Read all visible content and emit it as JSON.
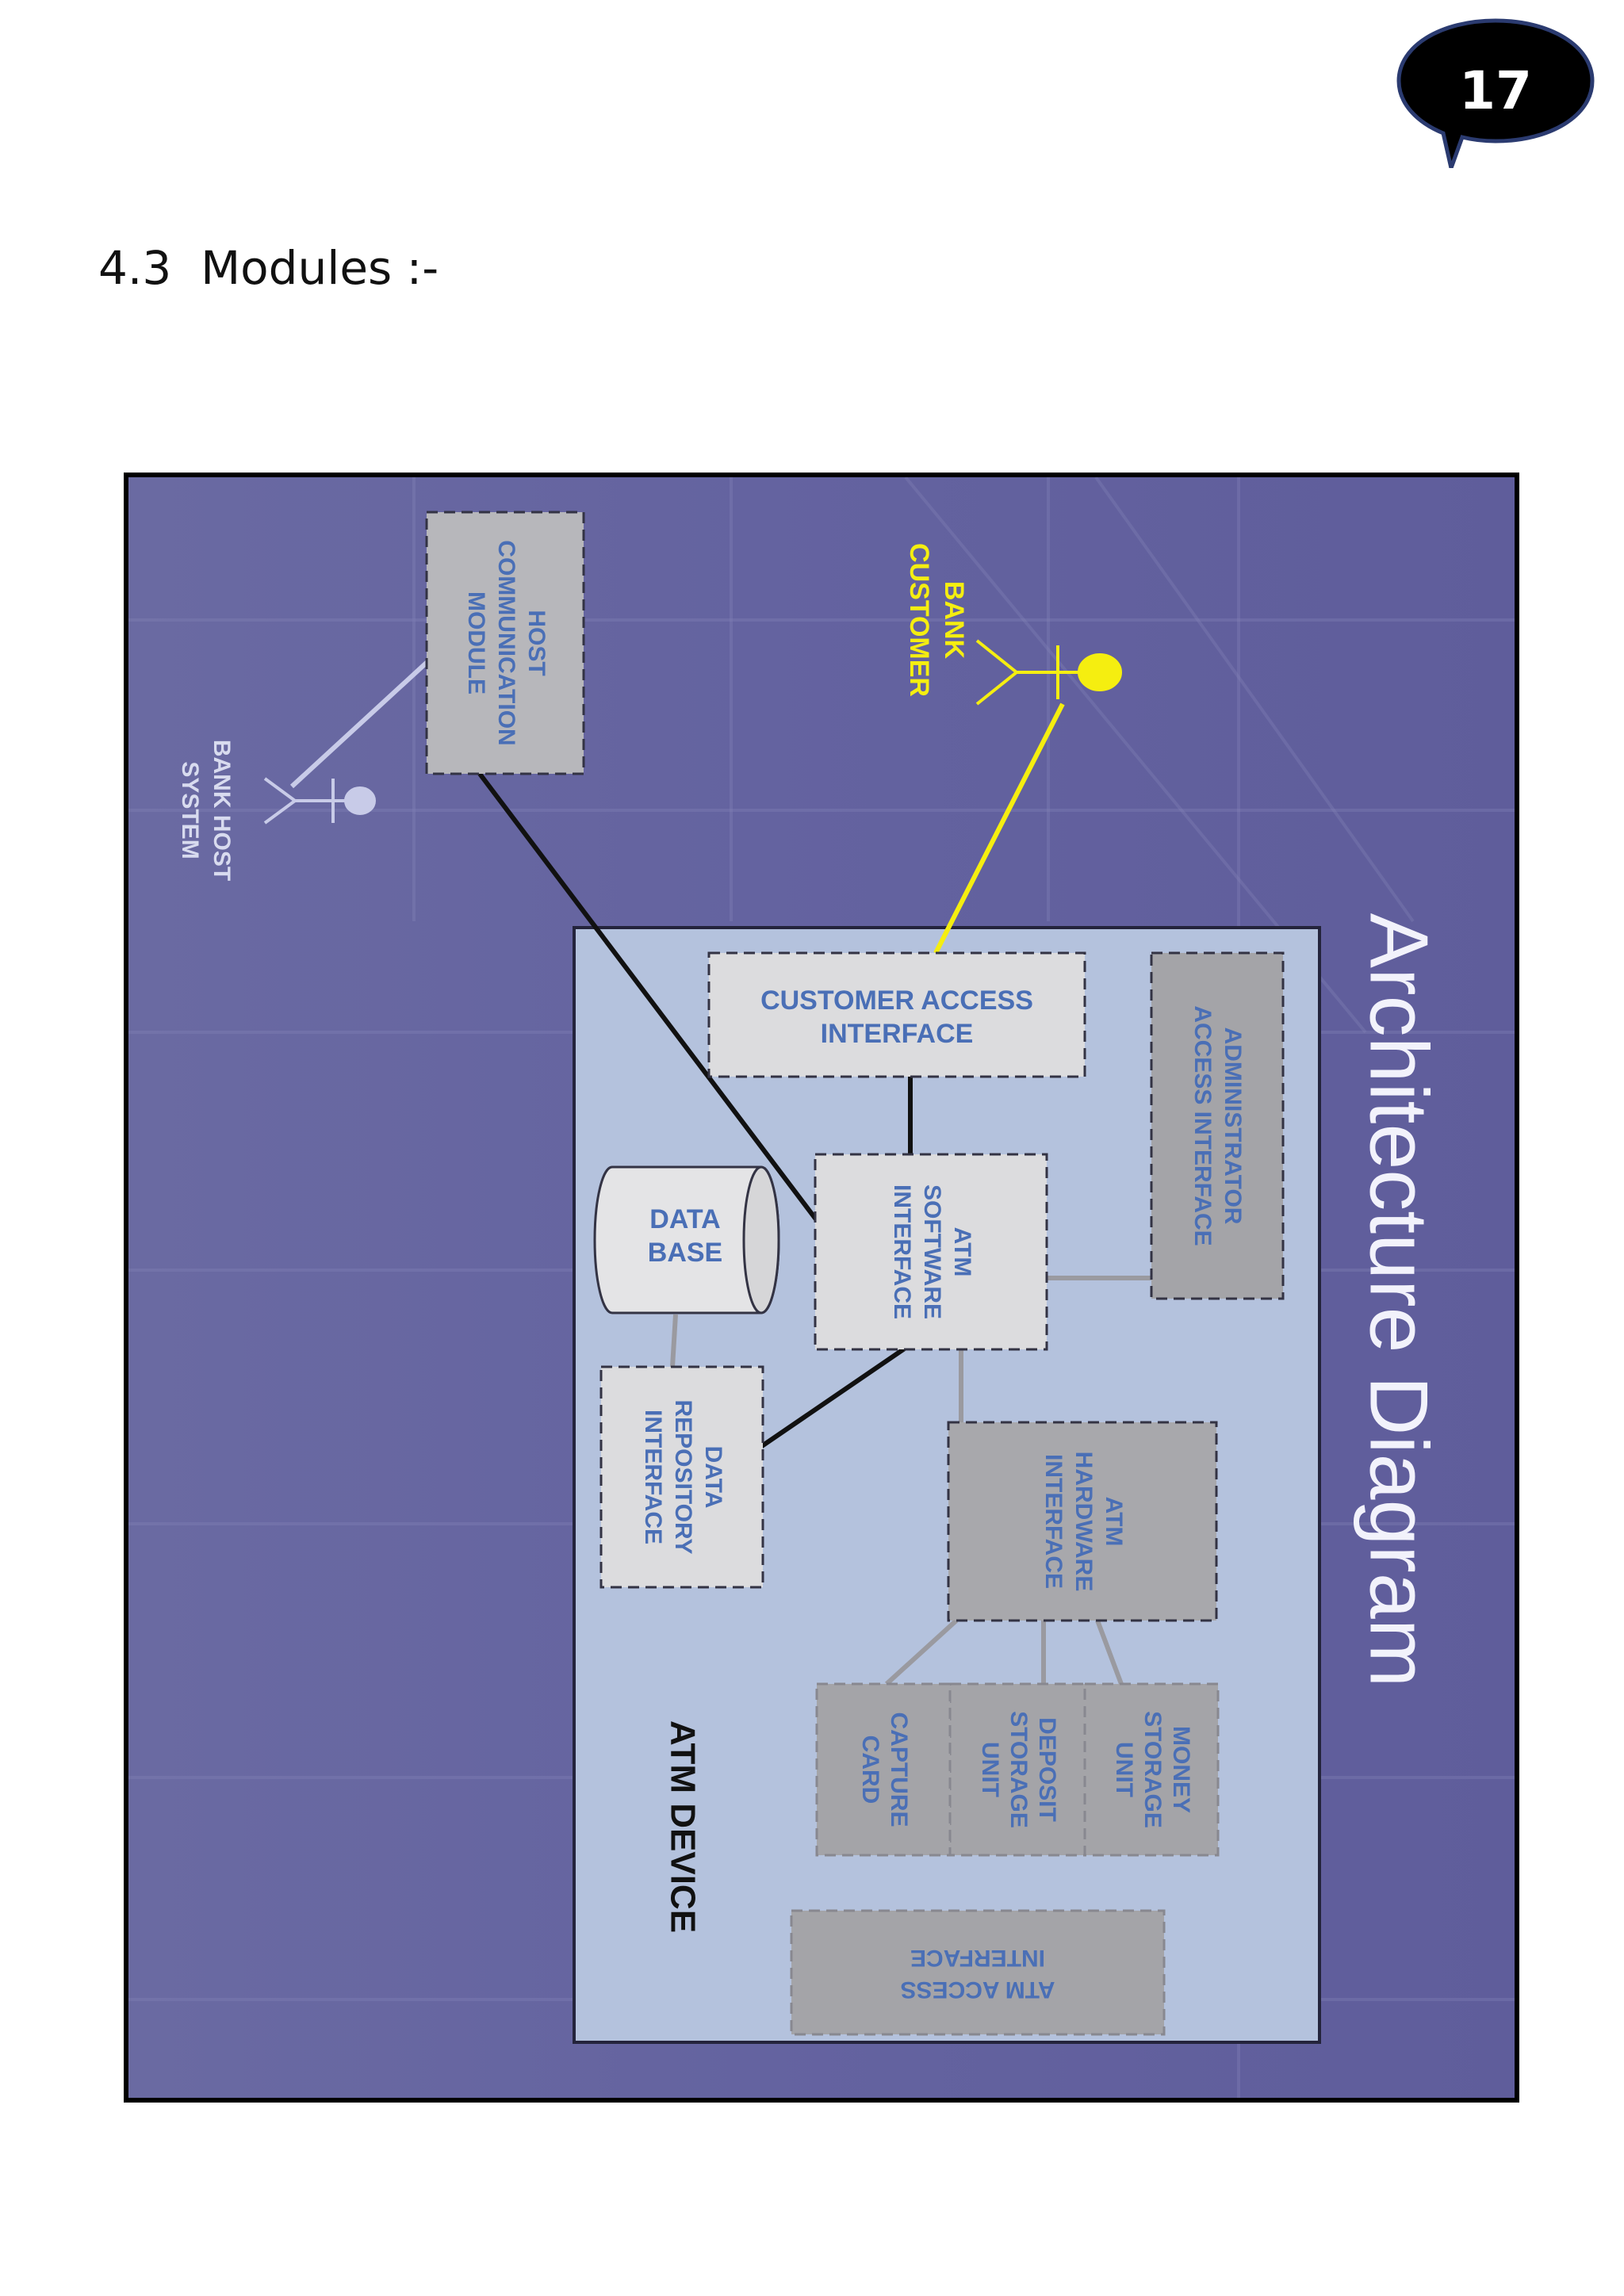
{
  "page": {
    "number": "17"
  },
  "section": {
    "heading": "4.3  Modules :-"
  },
  "figure": {
    "title": "Architecture Diagram",
    "device_label": "ATM DEVICE",
    "actors": {
      "bank_customer": [
        "BANK",
        "CUSTOMER"
      ],
      "bank_host_system": [
        "BANK HOST",
        "SYSTEM"
      ]
    },
    "modules": {
      "host_communication": [
        "HOST",
        "COMMUNICATION",
        "MODULE"
      ],
      "customer_access": [
        "CUSTOMER ACCESS",
        "INTERFACE"
      ],
      "administrator_access": [
        "ADMINISTRATOR",
        "ACCESS INTERFACE"
      ],
      "atm_software": [
        "ATM",
        "SOFTWARE",
        "INTERFACE"
      ],
      "database": [
        "DATA",
        "BASE"
      ],
      "data_repository": [
        "DATA",
        "REPOSITORY",
        "INTERFACE"
      ],
      "atm_hardware": [
        "ATM",
        "HARDWARE",
        "INTERFACE"
      ],
      "money_storage": [
        "MONEY",
        "STORAGE",
        "UNIT"
      ],
      "deposit_storage": [
        "DEPOSIT",
        "STORAGE",
        "UNIT"
      ],
      "capture_card": [
        "CAPTURE",
        "CARD"
      ],
      "atm_access": [
        "ATM ACCESS",
        "INTERFACE"
      ]
    },
    "colors": {
      "background": "#6b69a3",
      "device_panel": "#b4c2dd",
      "light_box": "#dcdcde",
      "dark_box": "#a4a4a8",
      "label_blue": "#4a6fb6",
      "customer_link": "#f5ee10"
    }
  }
}
